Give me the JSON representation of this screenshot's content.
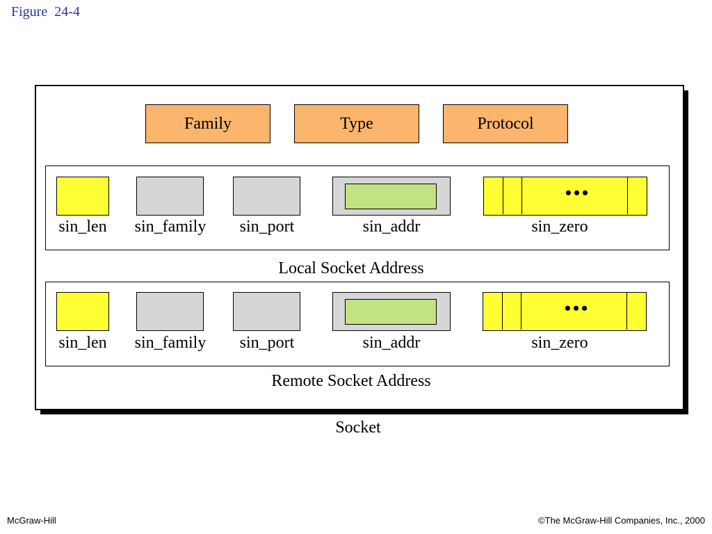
{
  "figure_caption": "Figure  24-4",
  "socket": {
    "top_fields": [
      "Family",
      "Type",
      "Protocol"
    ],
    "label": "Socket"
  },
  "local_address": {
    "fields": [
      "sin_len",
      "sin_family",
      "sin_port",
      "sin_addr",
      "sin_zero"
    ],
    "label": "Local Socket Address",
    "zero_ellipsis": "•••"
  },
  "remote_address": {
    "fields": [
      "sin_len",
      "sin_family",
      "sin_port",
      "sin_addr",
      "sin_zero"
    ],
    "label": "Remote Socket Address",
    "zero_ellipsis": "•••"
  },
  "footer": {
    "publisher": "McGraw-Hill",
    "copyright": "©The McGraw-Hill Companies, Inc., 2000"
  },
  "colors": {
    "top_field_fill": "#fbb56d",
    "yellow_fill": "#ffff33",
    "gray_fill": "#d6d6d6",
    "green_fill": "#c2e284",
    "caption_color": "#2b2fa8"
  }
}
